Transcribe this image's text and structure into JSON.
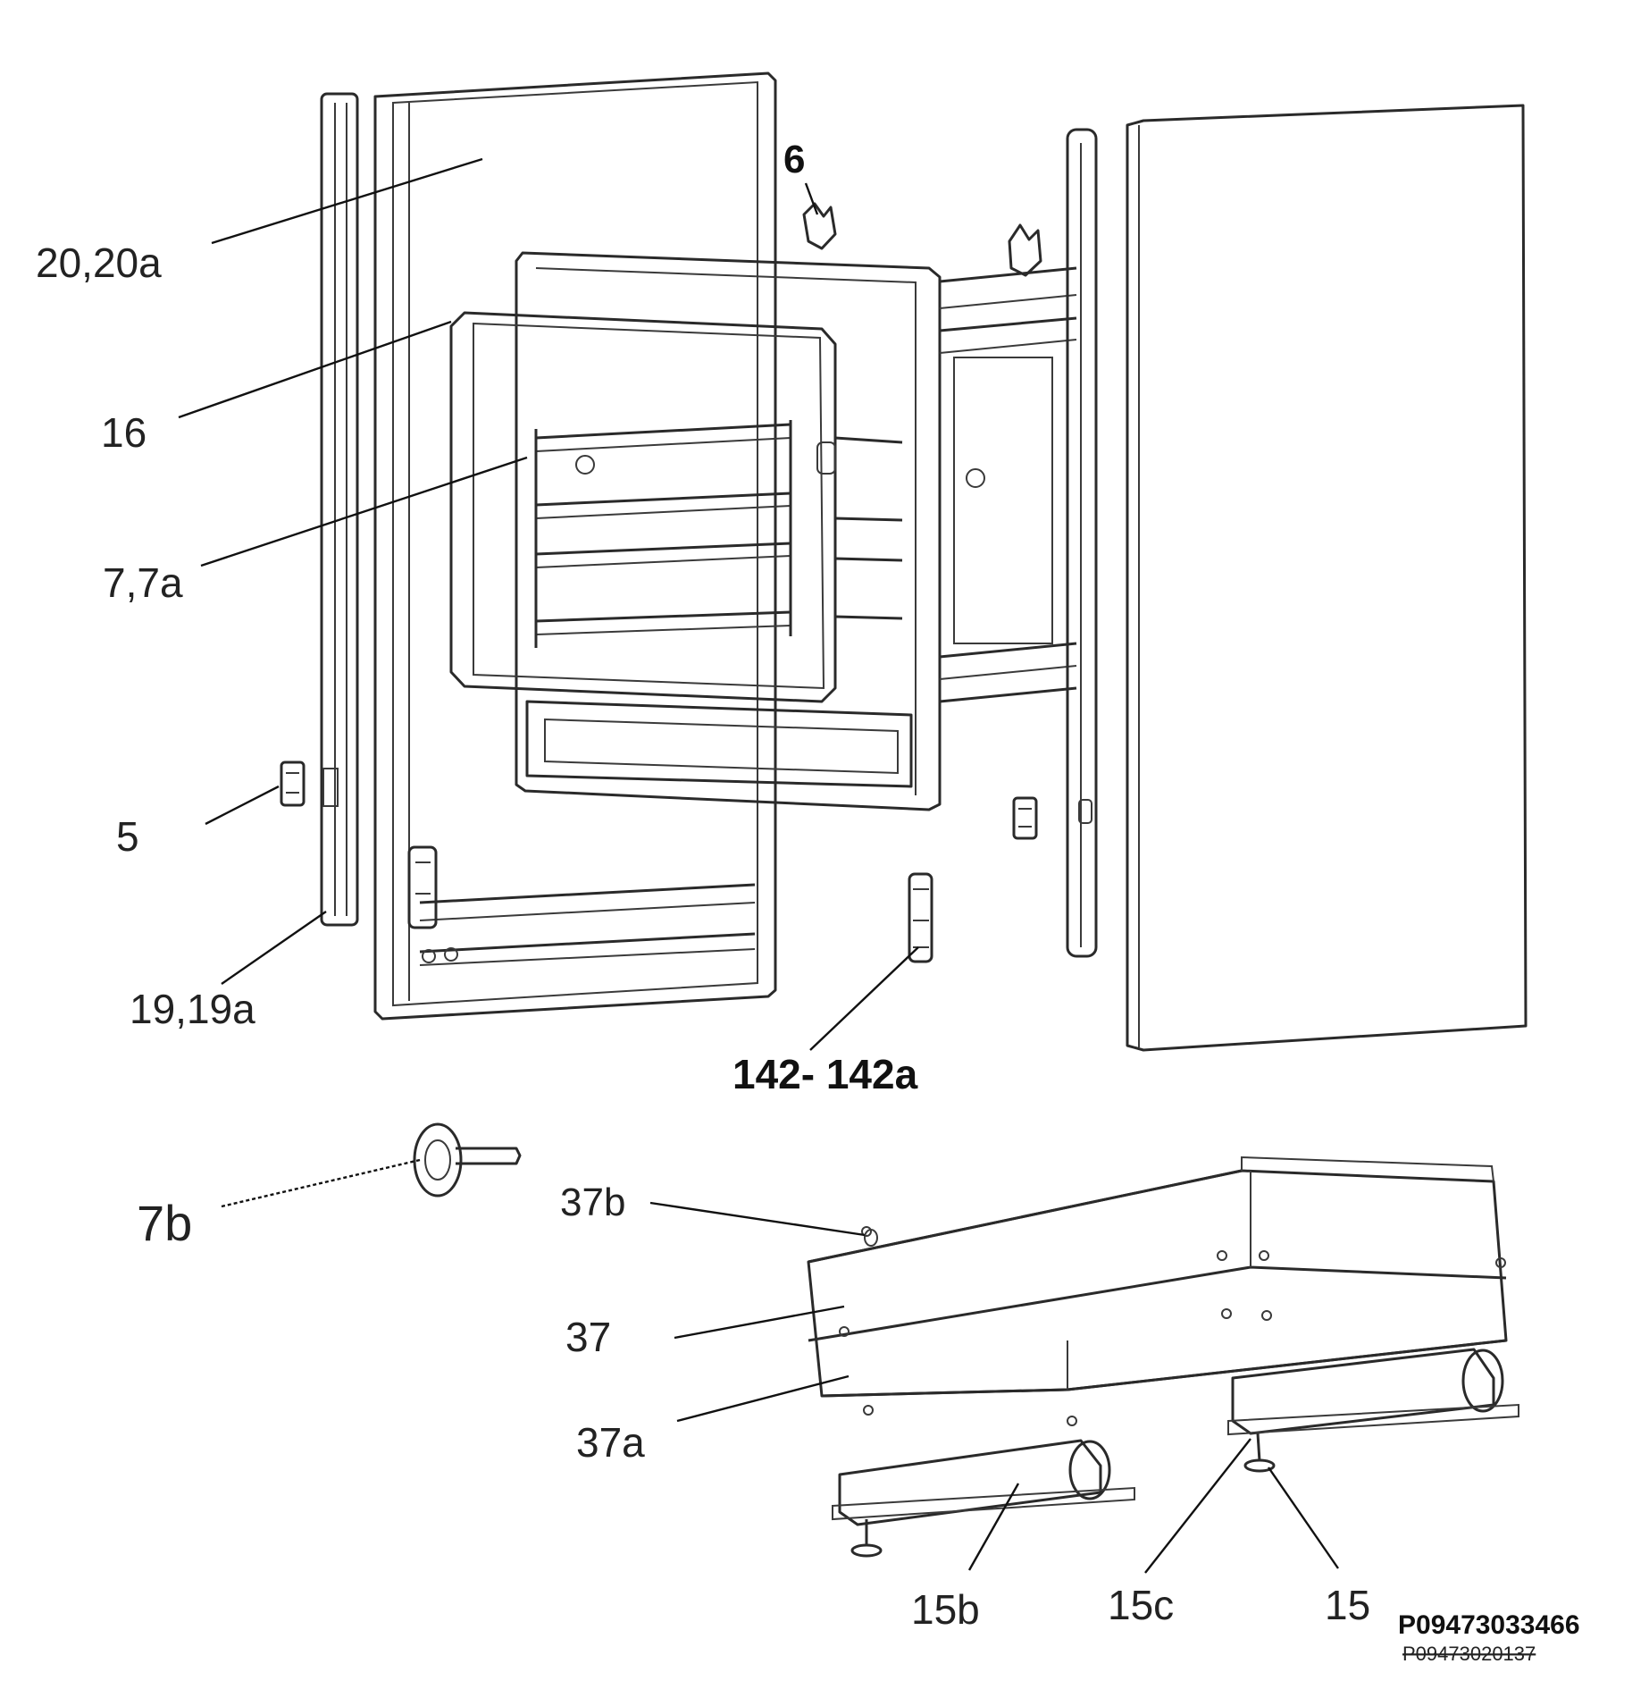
{
  "diagram": {
    "labels": {
      "frame_upper": "20,20a",
      "gasket": "16",
      "shelf_rack": "7,7a",
      "clip_left": "5",
      "side_strip": "19,19a",
      "hinge_clip_top": "6",
      "hinge": "142- 142a",
      "gear": "7b",
      "screw": "37b",
      "drawer": "37",
      "drawer_bottom": "37a",
      "foot_rail": "15b",
      "foot_screw": "15c",
      "foot": "15"
    },
    "reference": "P09473033466",
    "reference_old": "P09473020137"
  },
  "colors": {
    "line": "#2a2a2a",
    "panel_fill": "#f5f5f5",
    "drawer_fill": "#ececec",
    "text": "#222222"
  }
}
